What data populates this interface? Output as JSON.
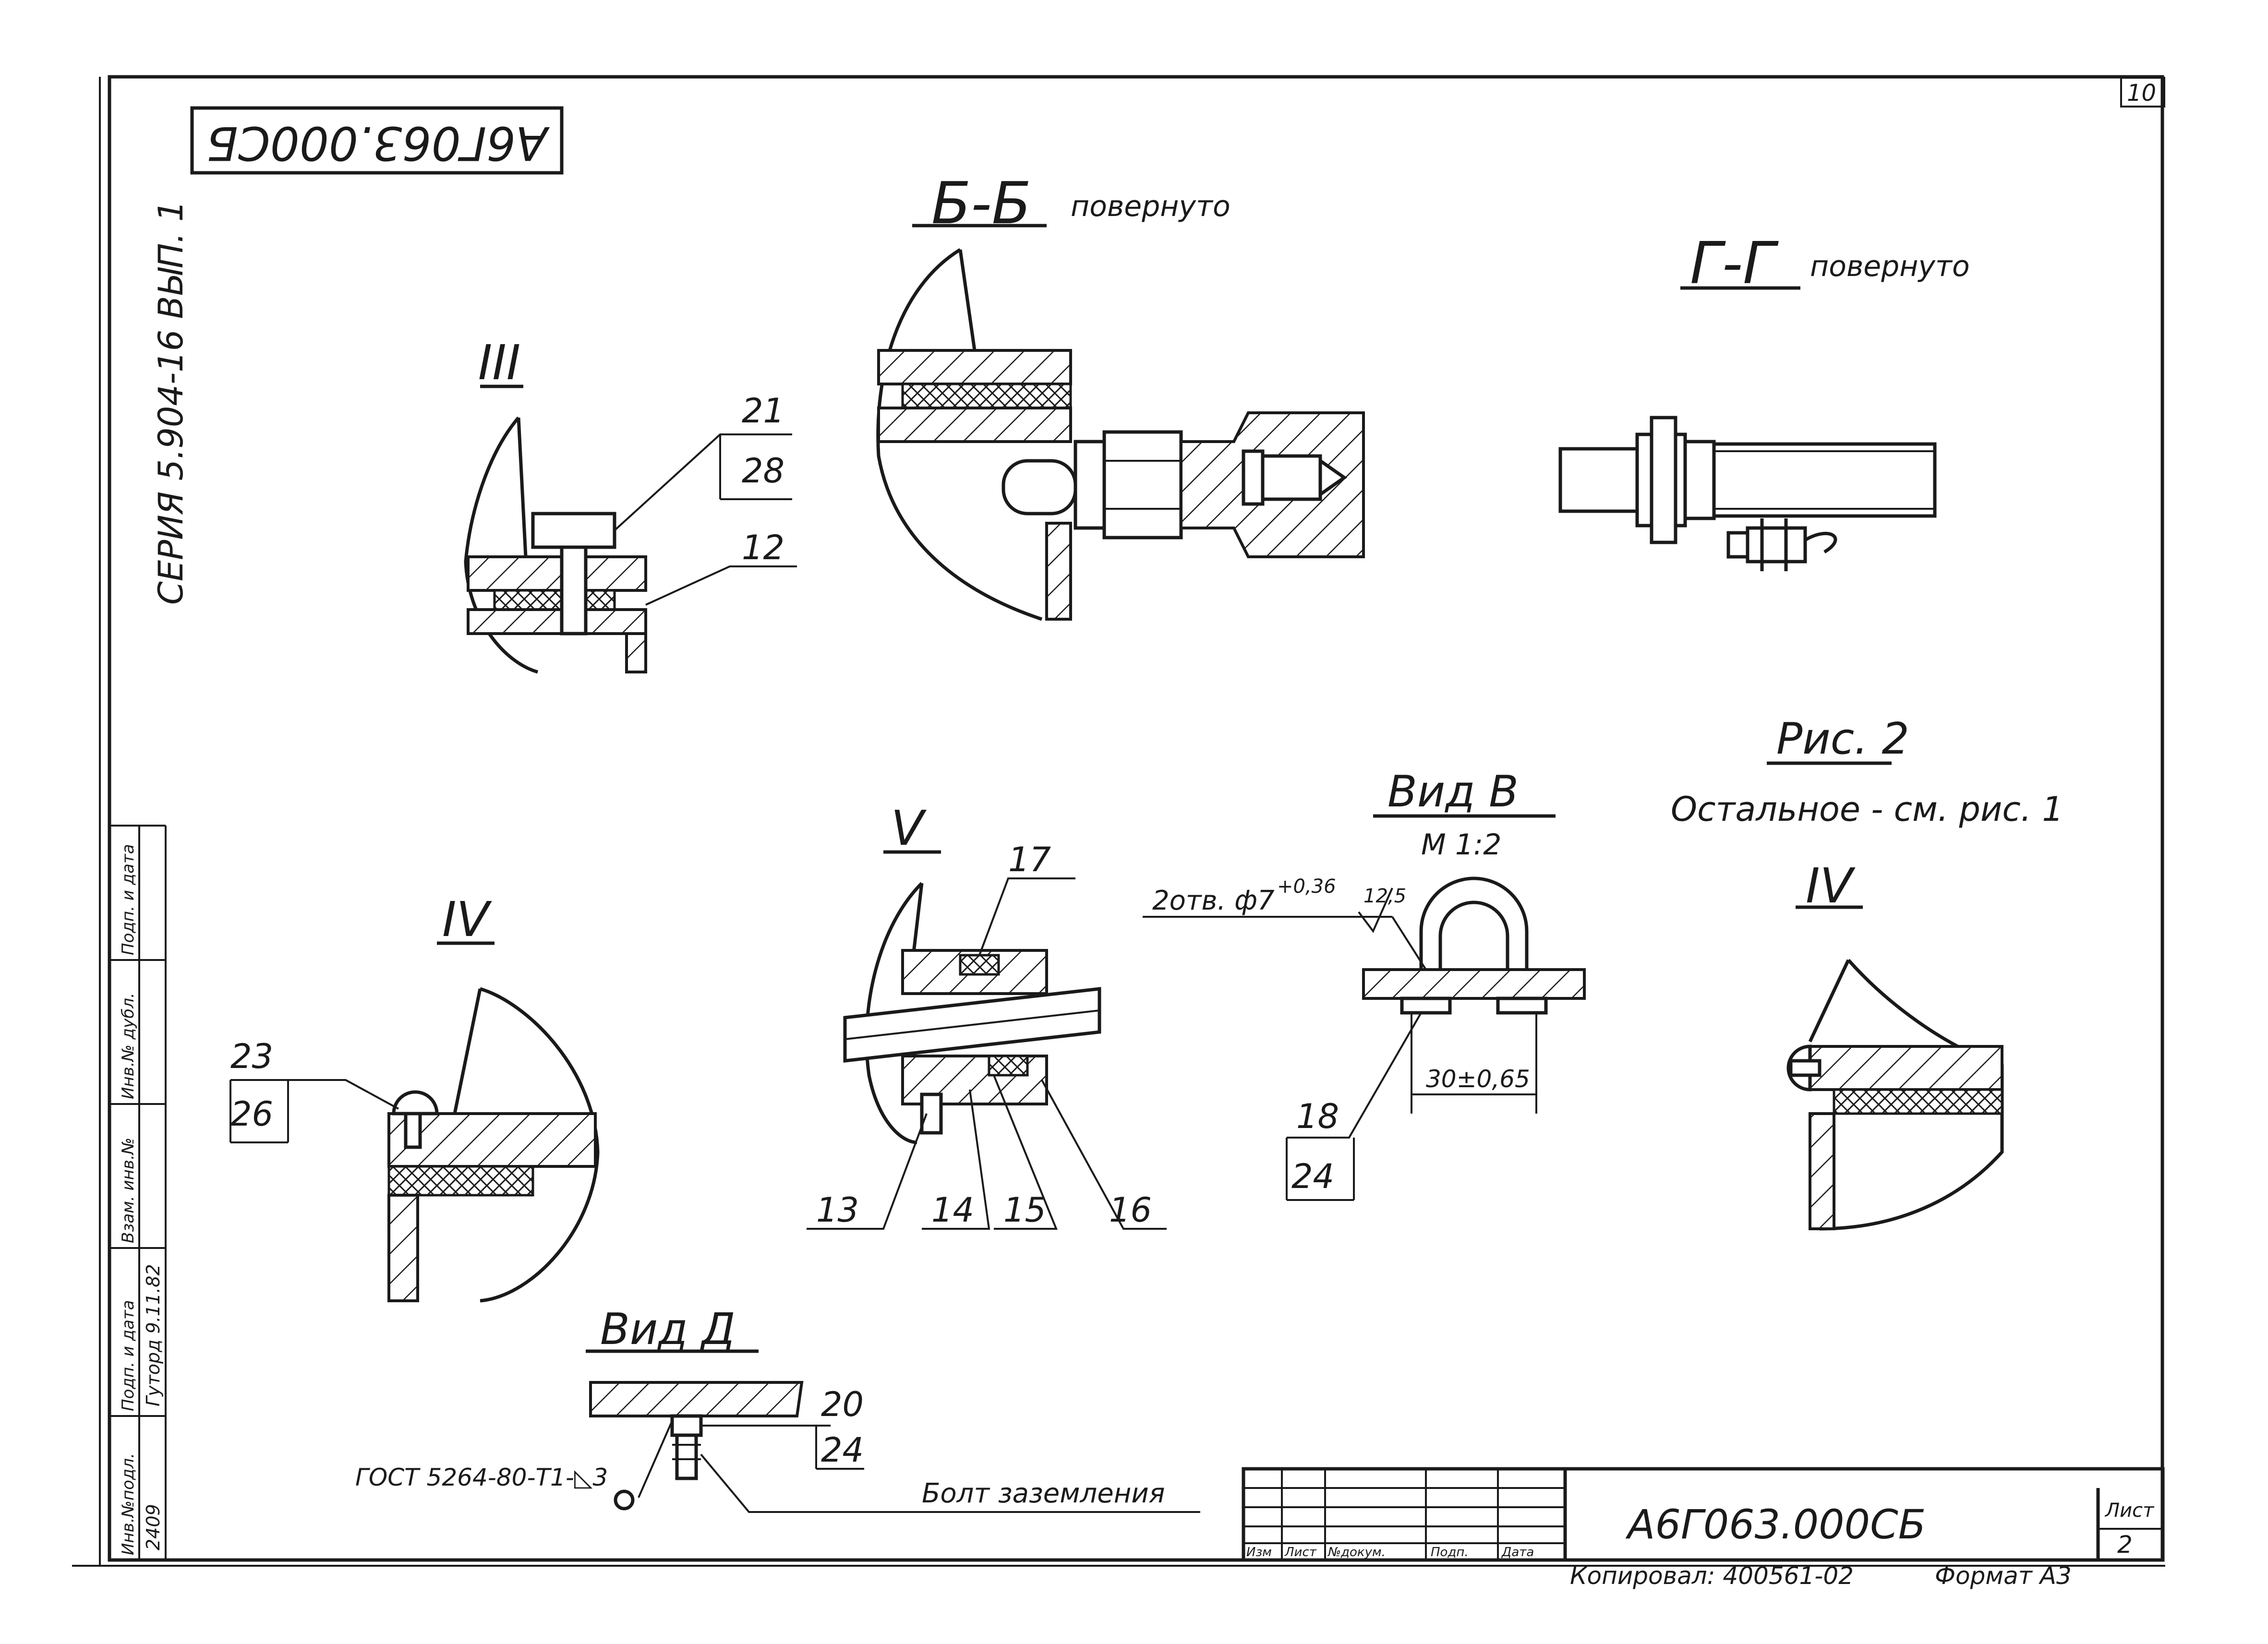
{
  "drawing": {
    "designation_rotated": "А6Г063.000СБ",
    "series_label": "СЕРИЯ 5.904-16 ВЫП. 1",
    "sheet_corner": "10",
    "left_strip": {
      "labels": [
        "Инв.№подл.",
        "Подп. и дата",
        "Взам. инв.№",
        "Инв.№ дубл.",
        "Подп. и дата"
      ],
      "inv_value": "2409",
      "signed": "Гуторд 9.11.82"
    }
  },
  "views": {
    "b_b": {
      "title": "Б-Б",
      "note": "повернуто"
    },
    "g_g": {
      "title": "Г-Г",
      "note": "повернуто"
    },
    "iii": {
      "title": "III",
      "callouts": [
        "21",
        "28",
        "12"
      ]
    },
    "iv_left": {
      "title": "IV",
      "callouts": [
        "23",
        "26"
      ]
    },
    "v": {
      "title": "V",
      "callouts": [
        "17",
        "13",
        "14",
        "15",
        "16"
      ]
    },
    "vid_v": {
      "title": "Вид В",
      "scale": "М 1:2",
      "holes": "2отв. ф7",
      "tolerance": "+0,36",
      "roughness": "12,5",
      "dimension": "30±0,65",
      "callouts": [
        "18",
        "24"
      ]
    },
    "iv_right": {
      "title": "IV"
    },
    "vid_d": {
      "title": "Вид Д",
      "callouts": [
        "20",
        "24"
      ],
      "gost": "ГОСТ 5264-80-Т1-◺3",
      "bolt_label": "Болт заземления"
    }
  },
  "notes": {
    "figure": "Рис. 2",
    "rest": "Остальное - см. рис. 1"
  },
  "title_block": {
    "columns": [
      "Изм",
      "Лист",
      "№докум.",
      "Подп.",
      "Дата"
    ],
    "designation": "А6Г063.000СБ",
    "sheet_label": "Лист",
    "sheet_number": "2",
    "copied": "Копировал: 400561-02",
    "format": "Формат А3"
  }
}
